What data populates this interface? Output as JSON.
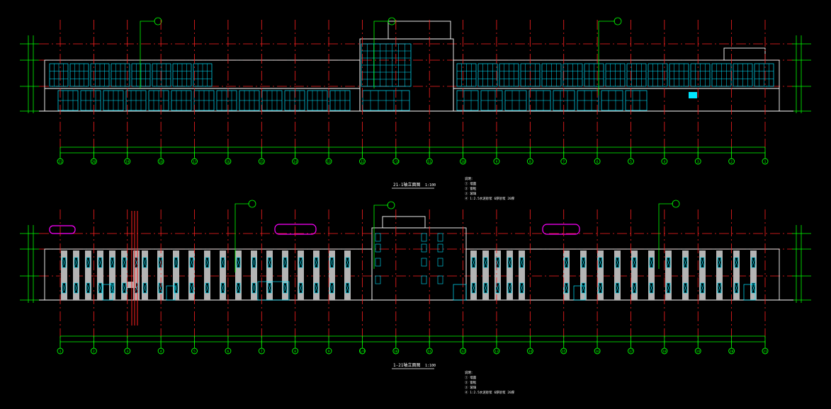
{
  "palette": {
    "background": "#000000",
    "axis": "#ff2020",
    "dim": "#00ff00",
    "outline": "#ffffff",
    "glazing": "#00e5ff",
    "cloud": "#ff00ff",
    "panel": "#b4b4b4",
    "accent": "#ffff00"
  },
  "drawings": [
    {
      "title": "21-1轴立面图",
      "scale": "1:100",
      "grid_labels": [
        "21",
        "20",
        "19",
        "18",
        "17",
        "16",
        "15",
        "14",
        "13",
        "12",
        "1/12",
        "11",
        "10",
        "9",
        "8",
        "7",
        "6",
        "5",
        "4",
        "3",
        "2",
        "1"
      ],
      "notes": [
        "说明：",
        "① 墙面",
        "② 窗框",
        "③ 玻璃",
        "④ 1:2.5水泥砂浆 6厚砂浆 20厚"
      ]
    },
    {
      "title": "1-21轴立面图",
      "scale": "1:100",
      "grid_labels": [
        "1",
        "2",
        "3",
        "4",
        "5",
        "6",
        "7",
        "8",
        "9",
        "1/9",
        "10",
        "11",
        "12",
        "13",
        "14",
        "15",
        "16",
        "17",
        "18",
        "19",
        "20",
        "21"
      ],
      "notes": [
        "说明：",
        "① 墙面",
        "② 窗框",
        "③ 玻璃",
        "④ 1:2.5水泥砂浆 6厚砂浆 20厚"
      ]
    }
  ]
}
